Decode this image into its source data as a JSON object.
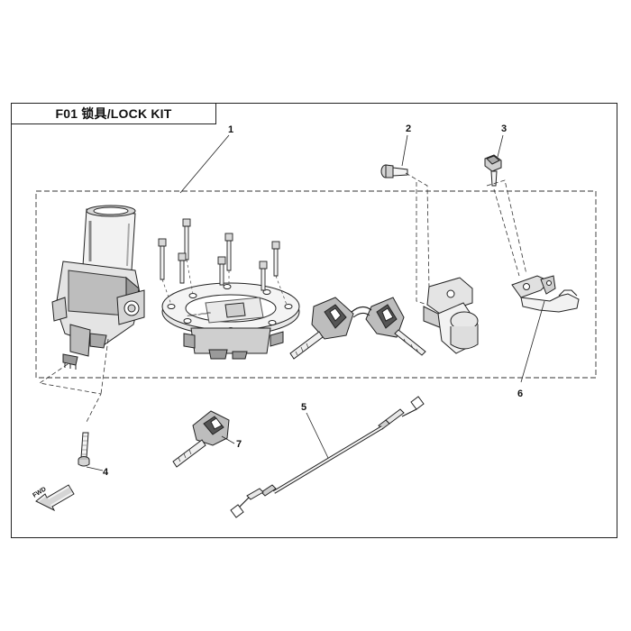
{
  "title": "F01  锁具/LOCK KIT",
  "callouts": [
    {
      "id": "1",
      "label": "1"
    },
    {
      "id": "2",
      "label": "2"
    },
    {
      "id": "3",
      "label": "3"
    },
    {
      "id": "4",
      "label": "4"
    },
    {
      "id": "5",
      "label": "5"
    },
    {
      "id": "6",
      "label": "6"
    },
    {
      "id": "7",
      "label": "7"
    }
  ],
  "direction_marker": "FWD",
  "colors": {
    "line": "#222222",
    "shade": "#bdbdbd",
    "dark": "#555555",
    "fill": "#ececec"
  }
}
